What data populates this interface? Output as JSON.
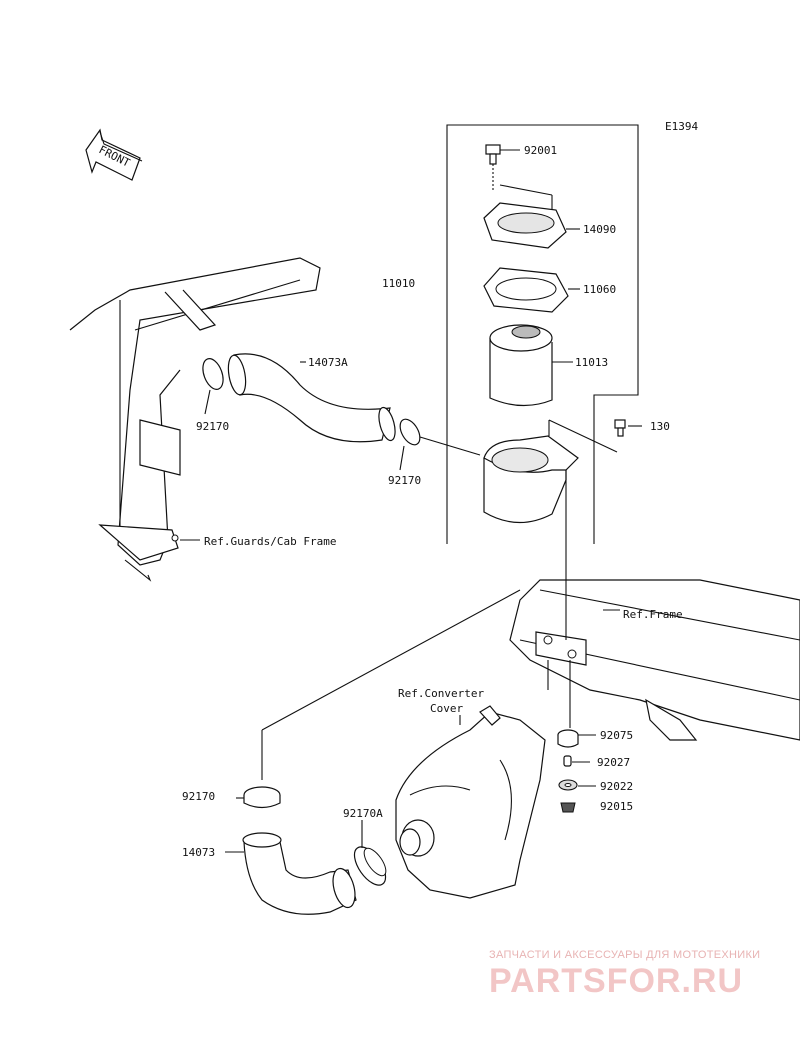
{
  "diagram_code": "E1394",
  "front_label": "FRONT",
  "parts": [
    {
      "id": "92001",
      "label": "92001"
    },
    {
      "id": "14090",
      "label": "14090"
    },
    {
      "id": "11010",
      "label": "11010"
    },
    {
      "id": "11060",
      "label": "11060"
    },
    {
      "id": "11013",
      "label": "11013"
    },
    {
      "id": "14073A",
      "label": "14073A"
    },
    {
      "id": "92170_a",
      "label": "92170"
    },
    {
      "id": "92170_b",
      "label": "92170"
    },
    {
      "id": "130",
      "label": "130"
    },
    {
      "id": "92075",
      "label": "92075"
    },
    {
      "id": "92027",
      "label": "92027"
    },
    {
      "id": "92022",
      "label": "92022"
    },
    {
      "id": "92015",
      "label": "92015"
    },
    {
      "id": "92170_c",
      "label": "92170"
    },
    {
      "id": "92170A",
      "label": "92170A"
    },
    {
      "id": "14073",
      "label": "14073"
    }
  ],
  "references": {
    "guards_cab_frame": "Ref.Guards/Cab Frame",
    "frame": "Ref.Frame",
    "converter_line1": "Ref.Converter",
    "converter_line2": "Cover"
  },
  "watermark": {
    "tagline": "ЗАПЧАСТИ И АКСЕССУАРЫ ДЛЯ МОТОТЕХНИКИ",
    "brand": "PARTSFOR.RU"
  }
}
